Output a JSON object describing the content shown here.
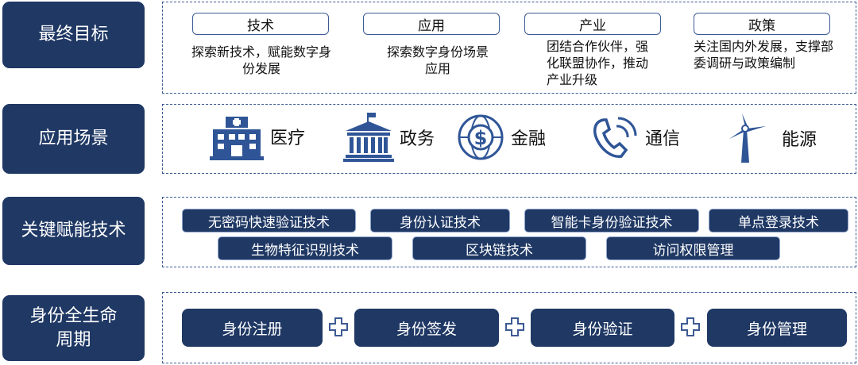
{
  "rows": {
    "goals": "最终目标",
    "scenes": "应用场景",
    "tech": "关键赋能技术",
    "lifecycle": "身份全生命周期"
  },
  "goals": [
    {
      "title": "技术",
      "desc": "探索新技术，赋能数字身份发展"
    },
    {
      "title": "应用",
      "desc": "探索数字身份场景应用"
    },
    {
      "title": "产业",
      "desc": "团结合作伙伴，强化联盟协作，推动产业升级"
    },
    {
      "title": "政策",
      "desc": "关注国内外发展，支撑部委调研与政策编制"
    }
  ],
  "scenes": [
    {
      "label": "医疗",
      "icon": "hospital-icon"
    },
    {
      "label": "政务",
      "icon": "government-building-icon"
    },
    {
      "label": "金融",
      "icon": "dollar-globe-icon"
    },
    {
      "label": "通信",
      "icon": "telephone-icon"
    },
    {
      "label": "能源",
      "icon": "wind-turbine-icon"
    }
  ],
  "tech": [
    "无密码快速验证技术",
    "身份认证技术",
    "智能卡身份验证技术",
    "单点登录技术",
    "生物特征识别技术",
    "区块链技术",
    "访问权限管理"
  ],
  "lifecycle": [
    "身份注册",
    "身份签发",
    "身份验证",
    "身份管理"
  ],
  "colors": {
    "navy": "#1f3864",
    "accent": "#3d5a93"
  }
}
